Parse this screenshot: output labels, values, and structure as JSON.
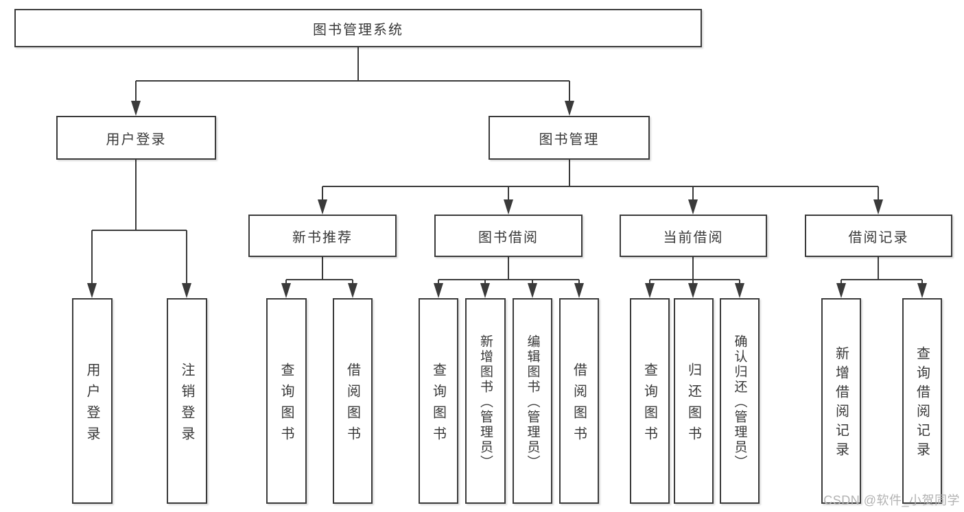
{
  "diagram_title": "图书管理系统",
  "tree": {
    "label": "图书管理系统",
    "children": [
      {
        "label": "用户登录",
        "children": [
          {
            "label": "用户登录"
          },
          {
            "label": "注销登录"
          }
        ]
      },
      {
        "label": "图书管理",
        "children": [
          {
            "label": "新书推荐",
            "children": [
              {
                "label": "查询图书"
              },
              {
                "label": "借阅图书"
              }
            ]
          },
          {
            "label": "图书借阅",
            "children": [
              {
                "label": "查询图书"
              },
              {
                "label": "新增图书（管理员）"
              },
              {
                "label": "编辑图书（管理员）"
              },
              {
                "label": "借阅图书"
              }
            ]
          },
          {
            "label": "当前借阅",
            "children": [
              {
                "label": "查询图书"
              },
              {
                "label": "归还图书"
              },
              {
                "label": "确认归还（管理员）"
              }
            ]
          },
          {
            "label": "借阅记录",
            "children": [
              {
                "label": "新增借阅记录"
              },
              {
                "label": "查询借阅记录"
              }
            ]
          }
        ]
      }
    ]
  },
  "watermark": {
    "text": "CSDN @软件_小贺同学"
  },
  "colors": {
    "line": "#3a3a3a",
    "text": "#383838",
    "box_border": "#3a3a3a",
    "box_background": "#ffffff",
    "page_background": "#ffffff",
    "watermark": "#b2b2b2"
  }
}
